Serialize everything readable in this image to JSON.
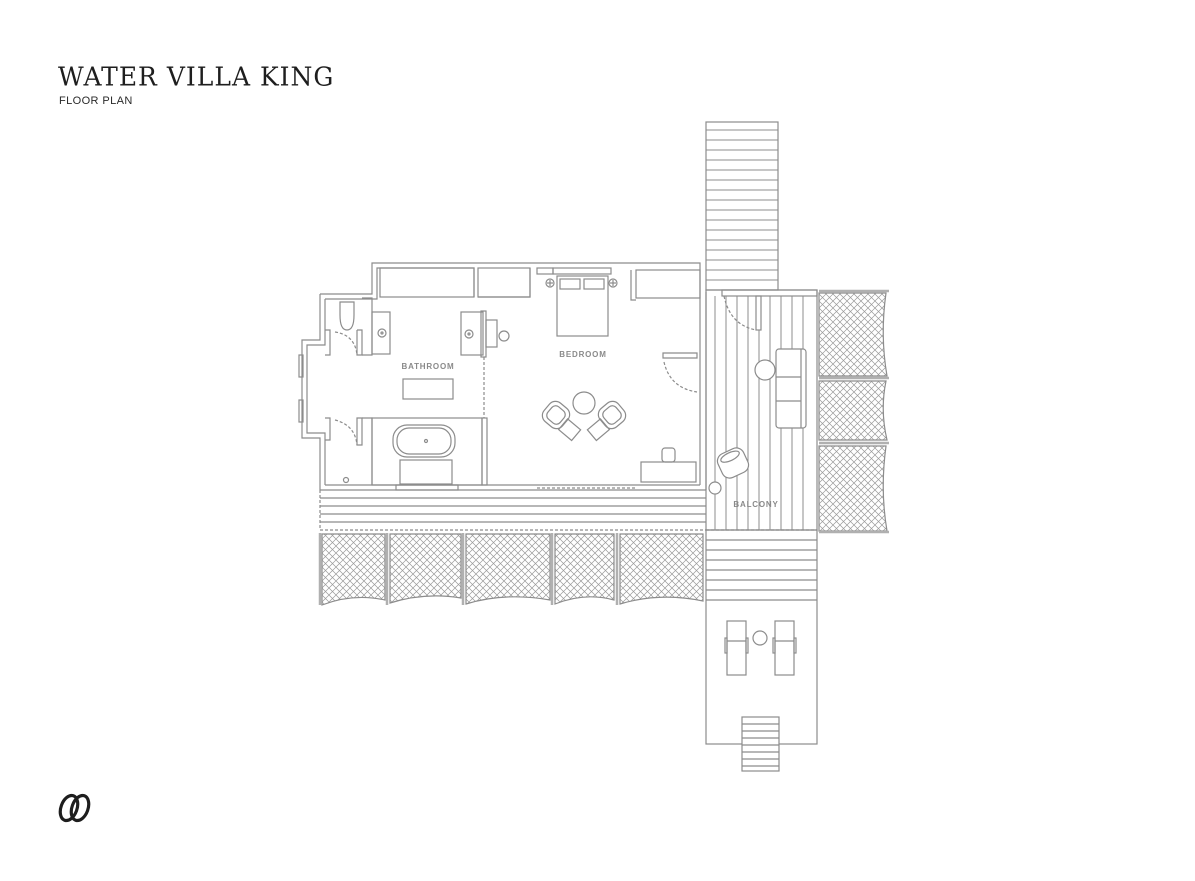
{
  "header": {
    "title": "WATER VILLA KING",
    "subtitle": "FLOOR PLAN"
  },
  "rooms": {
    "bathroom": "BATHROOM",
    "bedroom": "BEDROOM",
    "balcony": "BALCONY"
  },
  "logo": {
    "icon": "interlocking-rings-logo"
  },
  "colors": {
    "line": "#8c8c8c",
    "title": "#1e1e1e",
    "label": "#8a8a8a",
    "background": "#ffffff"
  }
}
